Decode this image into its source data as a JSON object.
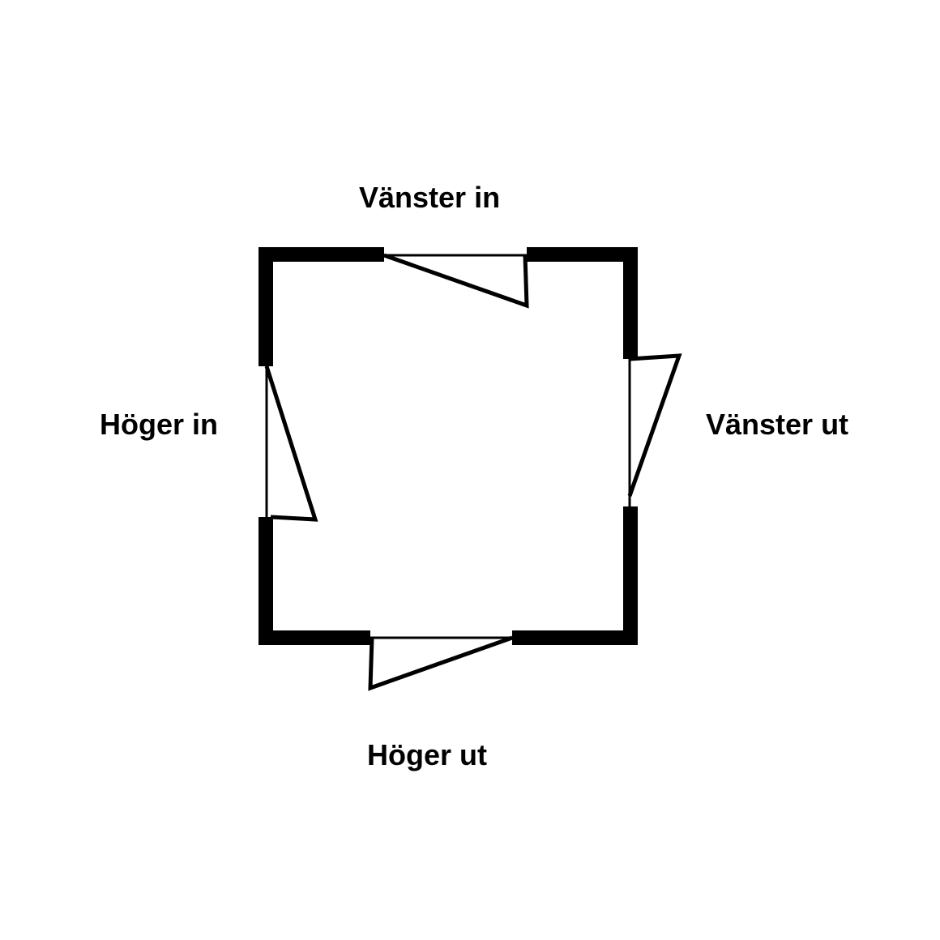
{
  "diagram": {
    "labels": {
      "top": "Vänster in",
      "left": "Höger in",
      "right": "Vänster ut",
      "bottom": "Höger ut"
    },
    "colors": {
      "wall": "#000000",
      "background": "#ffffff"
    }
  }
}
